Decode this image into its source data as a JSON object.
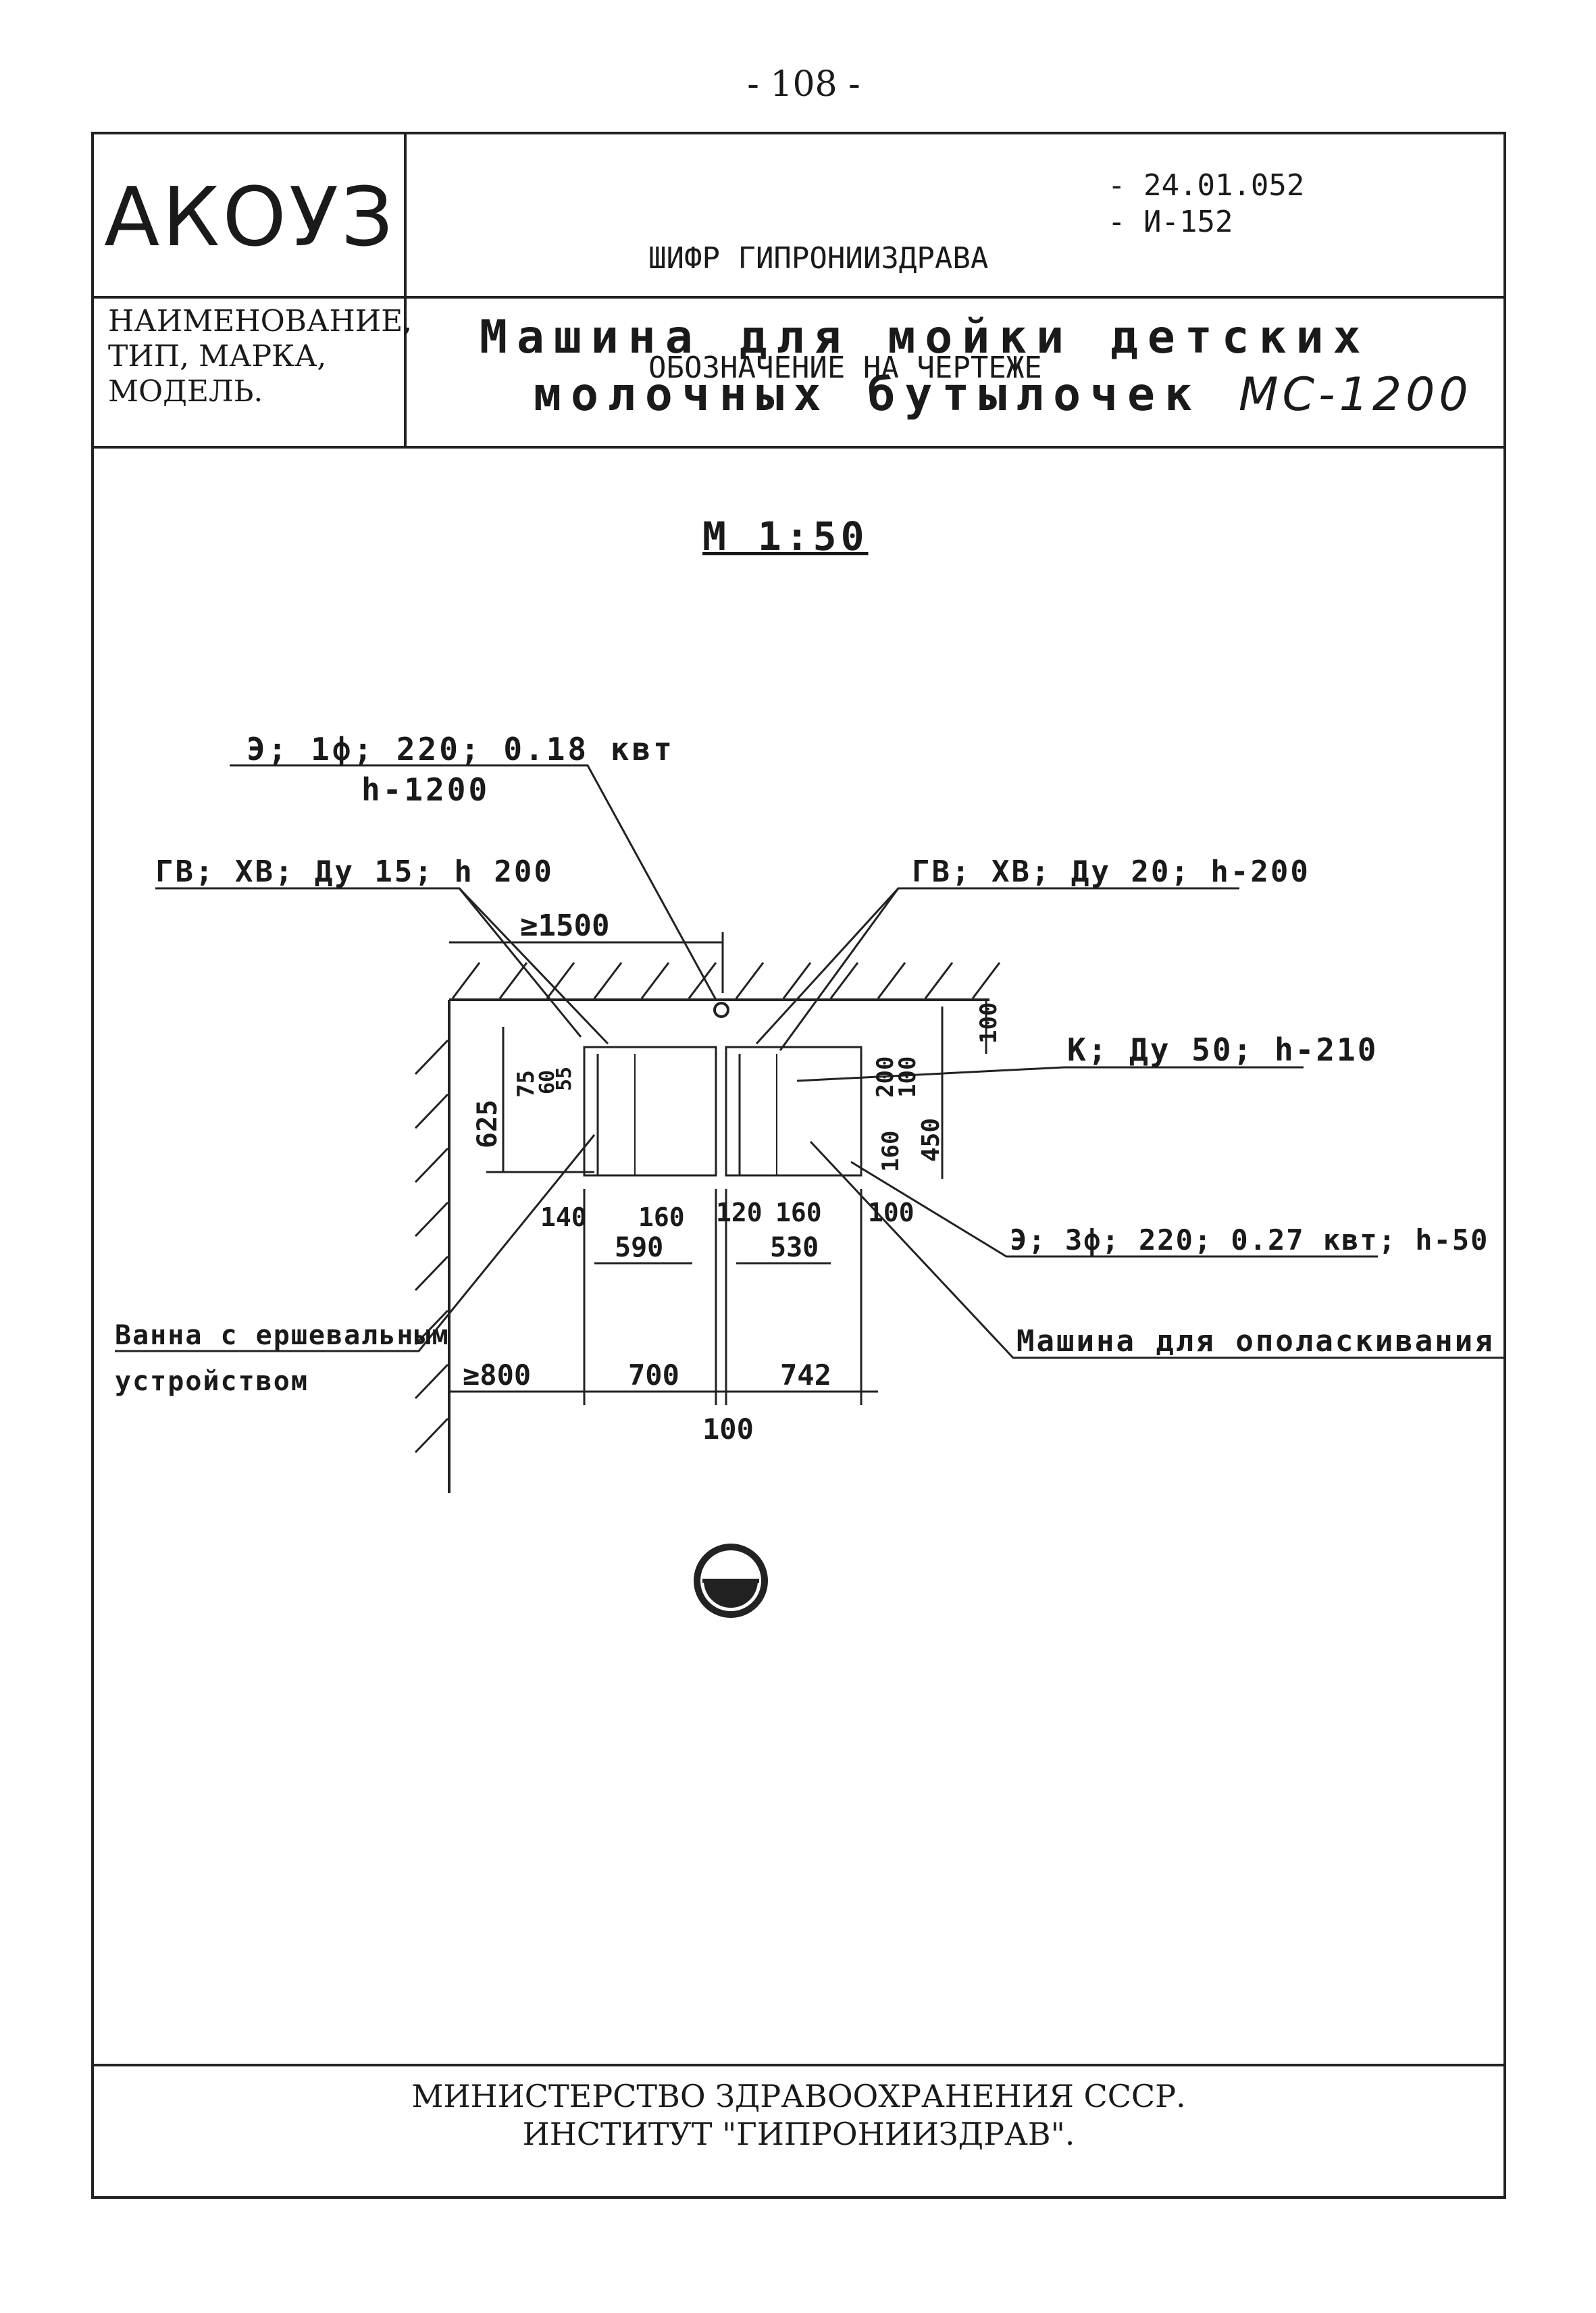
{
  "page_number": "- 108 -",
  "header": {
    "code": "АКОУЗ",
    "cipher_label": "ШИФР ГИПРОНИИЗДРАВА",
    "cipher_value": "- 24.01.052",
    "designation_label": "ОБОЗНАЧЕНИЕ НА ЧЕРТЕЖЕ",
    "designation_value": "- И-152",
    "name_label_lines": [
      "НАИМЕНОВАНИЕ,",
      "ТИП, МАРКА,",
      "МОДЕЛЬ."
    ],
    "title_line1": "Машина для мойки детских",
    "title_line2": "молочных бутылочек",
    "model": "МС-1200"
  },
  "drawing": {
    "scale": "М 1:50",
    "labels": {
      "power_single": "Э; 1ф; 220; 0.18 квт",
      "power_single_h": "h-1200",
      "water_left": "ГВ; ХВ; Ду 15; h 200",
      "water_right": "ГВ; ХВ; Ду 20; h-200",
      "sewer": "К; Ду 50; h-210",
      "power_three": "Э; 3ф; 220; 0.27 квт; h-50",
      "rinse_machine": "Машина для ополаскивания",
      "bath_line1": "Ванна с ершевальным",
      "bath_line2": "устройством"
    },
    "dimensions": {
      "top_clearance": "≥1500",
      "left_clearance": "≥800",
      "width_left": "700",
      "width_right": "742",
      "gap": "100",
      "sub_left": "590",
      "sub_right": "530",
      "d140": "140",
      "d160a": "160",
      "d120": "120",
      "d160b": "160",
      "d100": "100",
      "depth": "625",
      "r100": "100",
      "r200": "200",
      "r100b": "100",
      "r450": "450",
      "r160": "160",
      "r75": "75",
      "r60": "60",
      "r55": "55"
    }
  },
  "footer": {
    "line1": "МИНИСТЕРСТВО ЗДРАВООХРАНЕНИЯ СССР.",
    "line2": "ИНСТИТУТ \"ГИПРОНИИЗДРАВ\"."
  }
}
